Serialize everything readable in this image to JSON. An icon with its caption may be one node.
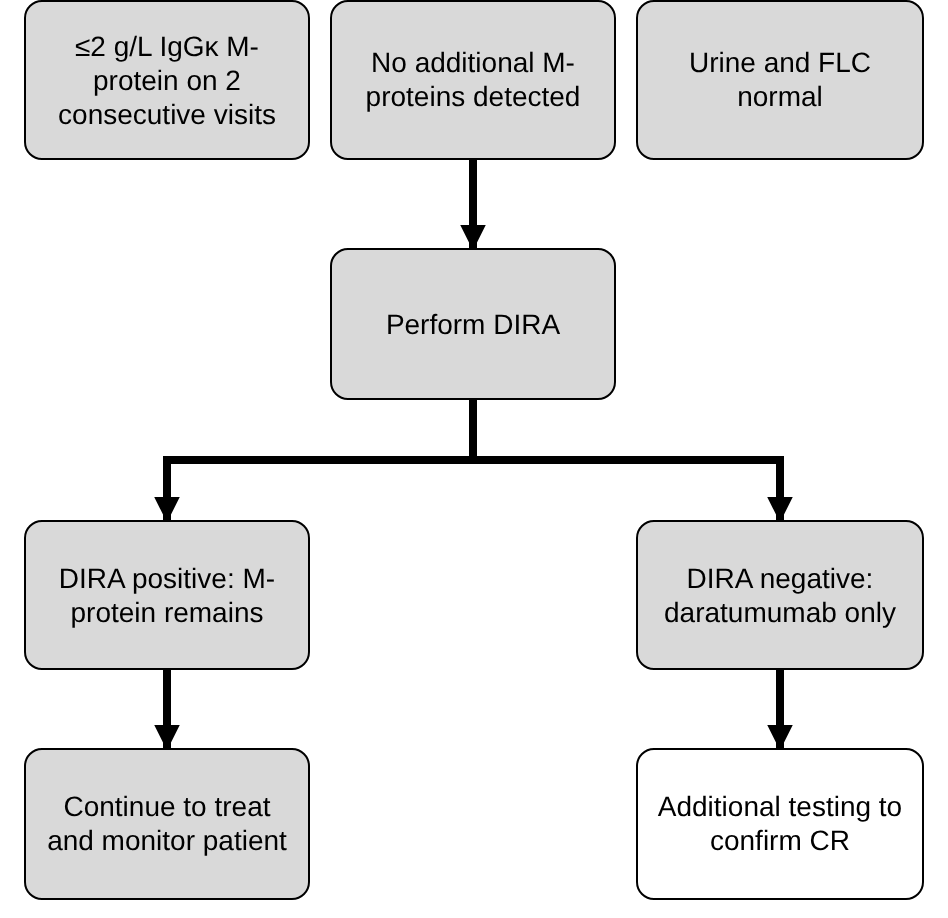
{
  "diagram": {
    "nodes": [
      {
        "text": [
          "≤2 g/L IgGκ M-protein on 2 consecutive visits"
        ]
      },
      {
        "text": [
          "No additional M-proteins detected"
        ]
      },
      {
        "text": [
          "Urine and FLC normal"
        ]
      },
      {
        "text": [
          "Perform DIRA"
        ]
      },
      {
        "text": [
          "DIRA positive: M-protein remains"
        ]
      },
      {
        "text": [
          "DIRA negative: daratumumab only"
        ]
      },
      {
        "text": [
          "Continue to treat and monitor patient"
        ]
      },
      {
        "text": [
          "Additional testing to confirm CR"
        ]
      }
    ],
    "edges": [
      {
        "from": 1,
        "to": 3,
        "arrow": "to"
      },
      {
        "from": 3,
        "to": 4,
        "arrow": "to"
      },
      {
        "from": 3,
        "to": 5,
        "arrow": "to"
      },
      {
        "from": 4,
        "to": 6,
        "arrow": "to"
      },
      {
        "from": 5,
        "to": 7,
        "arrow": "to"
      }
    ]
  }
}
